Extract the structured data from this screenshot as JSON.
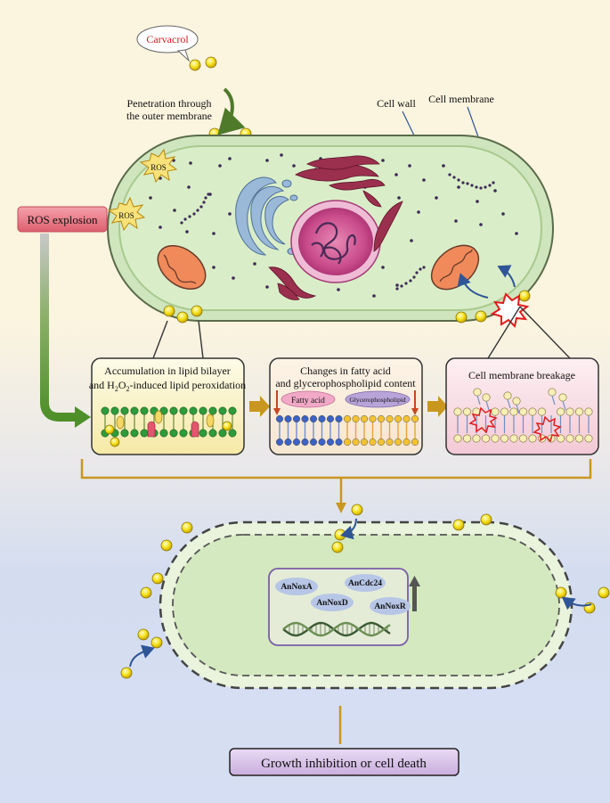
{
  "top": {
    "carvacrol": "Carvacrol",
    "penetration_line1": "Penetration through",
    "penetration_line2": "the outer membrane",
    "cell_wall": "Cell wall",
    "cell_membrane": "Cell membrane",
    "ros1": "ROS",
    "ros2": "ROS",
    "ros_explosion": "ROS explosion"
  },
  "panels": {
    "panel1_line1": "Accumulation in lipid bilayer",
    "panel1_line2_prefix": "and H",
    "panel1_sub1": "2",
    "panel1_mid": "O",
    "panel1_sub2": "2",
    "panel1_suffix": "-induced lipid peroxidation",
    "panel2_line1": "Changes in fatty acid",
    "panel2_line2": "and glycerophospholipid content",
    "fatty_acid": "Fatty acid",
    "glycerophospholipid": "Glycerophospholipid",
    "panel3_title": "Cell membrane breakage"
  },
  "bottom": {
    "genes": [
      "AnNoxA",
      "AnCdc24",
      "AnNoxD",
      "AnNoxR"
    ],
    "outcome": "Growth inhibition or cell death"
  },
  "colors": {
    "cell_fill": "#d6ecc4",
    "cell_wall": "#b8d7a4",
    "arrow_gold": "#c9961f",
    "arrow_green": "#4e8f2a",
    "ros_pink": "#e8707e",
    "molecule_yellow": "#f2e21a"
  }
}
